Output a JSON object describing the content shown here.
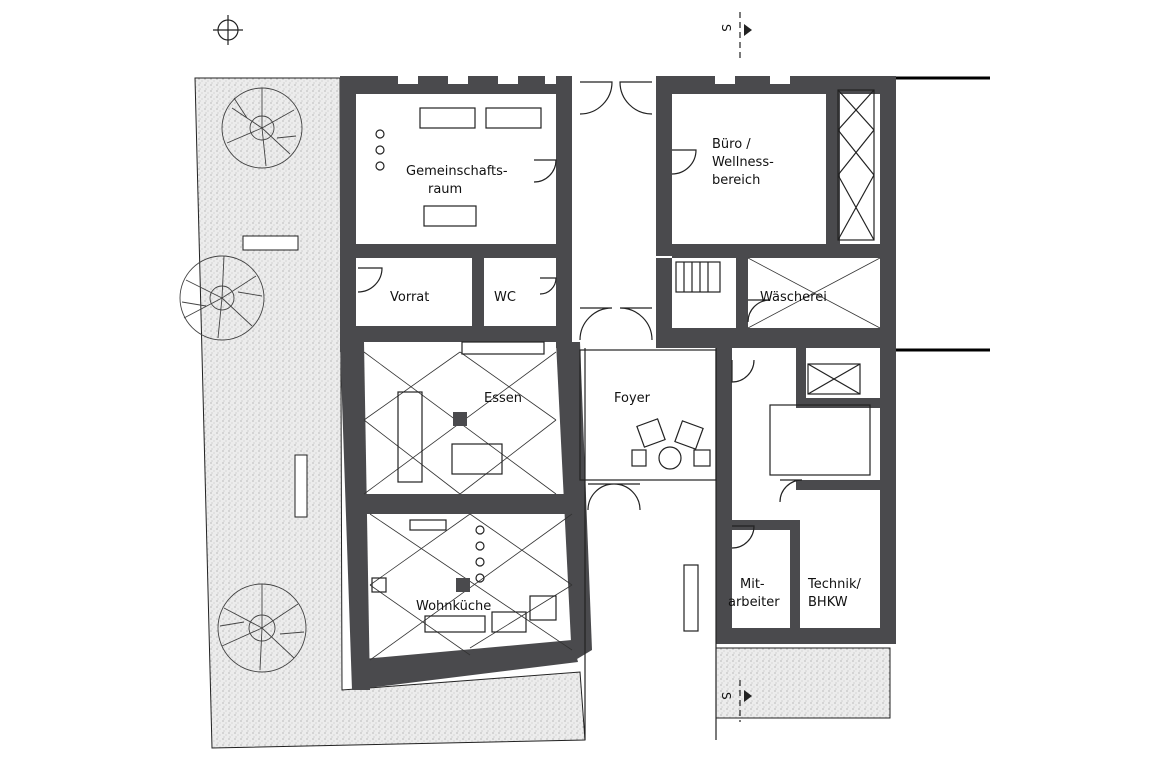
{
  "rooms": {
    "gemeinschaftsraum_l1": "Gemeinschafts-",
    "gemeinschaftsraum_l2": "raum",
    "buero_l1": "Büro /",
    "buero_l2": "Wellness-",
    "buero_l3": "bereich",
    "vorrat": "Vorrat",
    "wc": "WC",
    "waescherei": "Wäscherei",
    "essen": "Essen",
    "foyer": "Foyer",
    "wohnkueche": "Wohnküche",
    "mitarbeiter_l1": "Mit-",
    "mitarbeiter_l2": "arbeiter",
    "technik_l1": "Technik/",
    "technik_l2": "BHKW"
  },
  "section_marker": "S",
  "icons": [
    "north-arrow-icon",
    "tree-icon"
  ],
  "colors": {
    "wall": "#4a4a4d",
    "line": "#222222",
    "paper": "#ffffff"
  }
}
